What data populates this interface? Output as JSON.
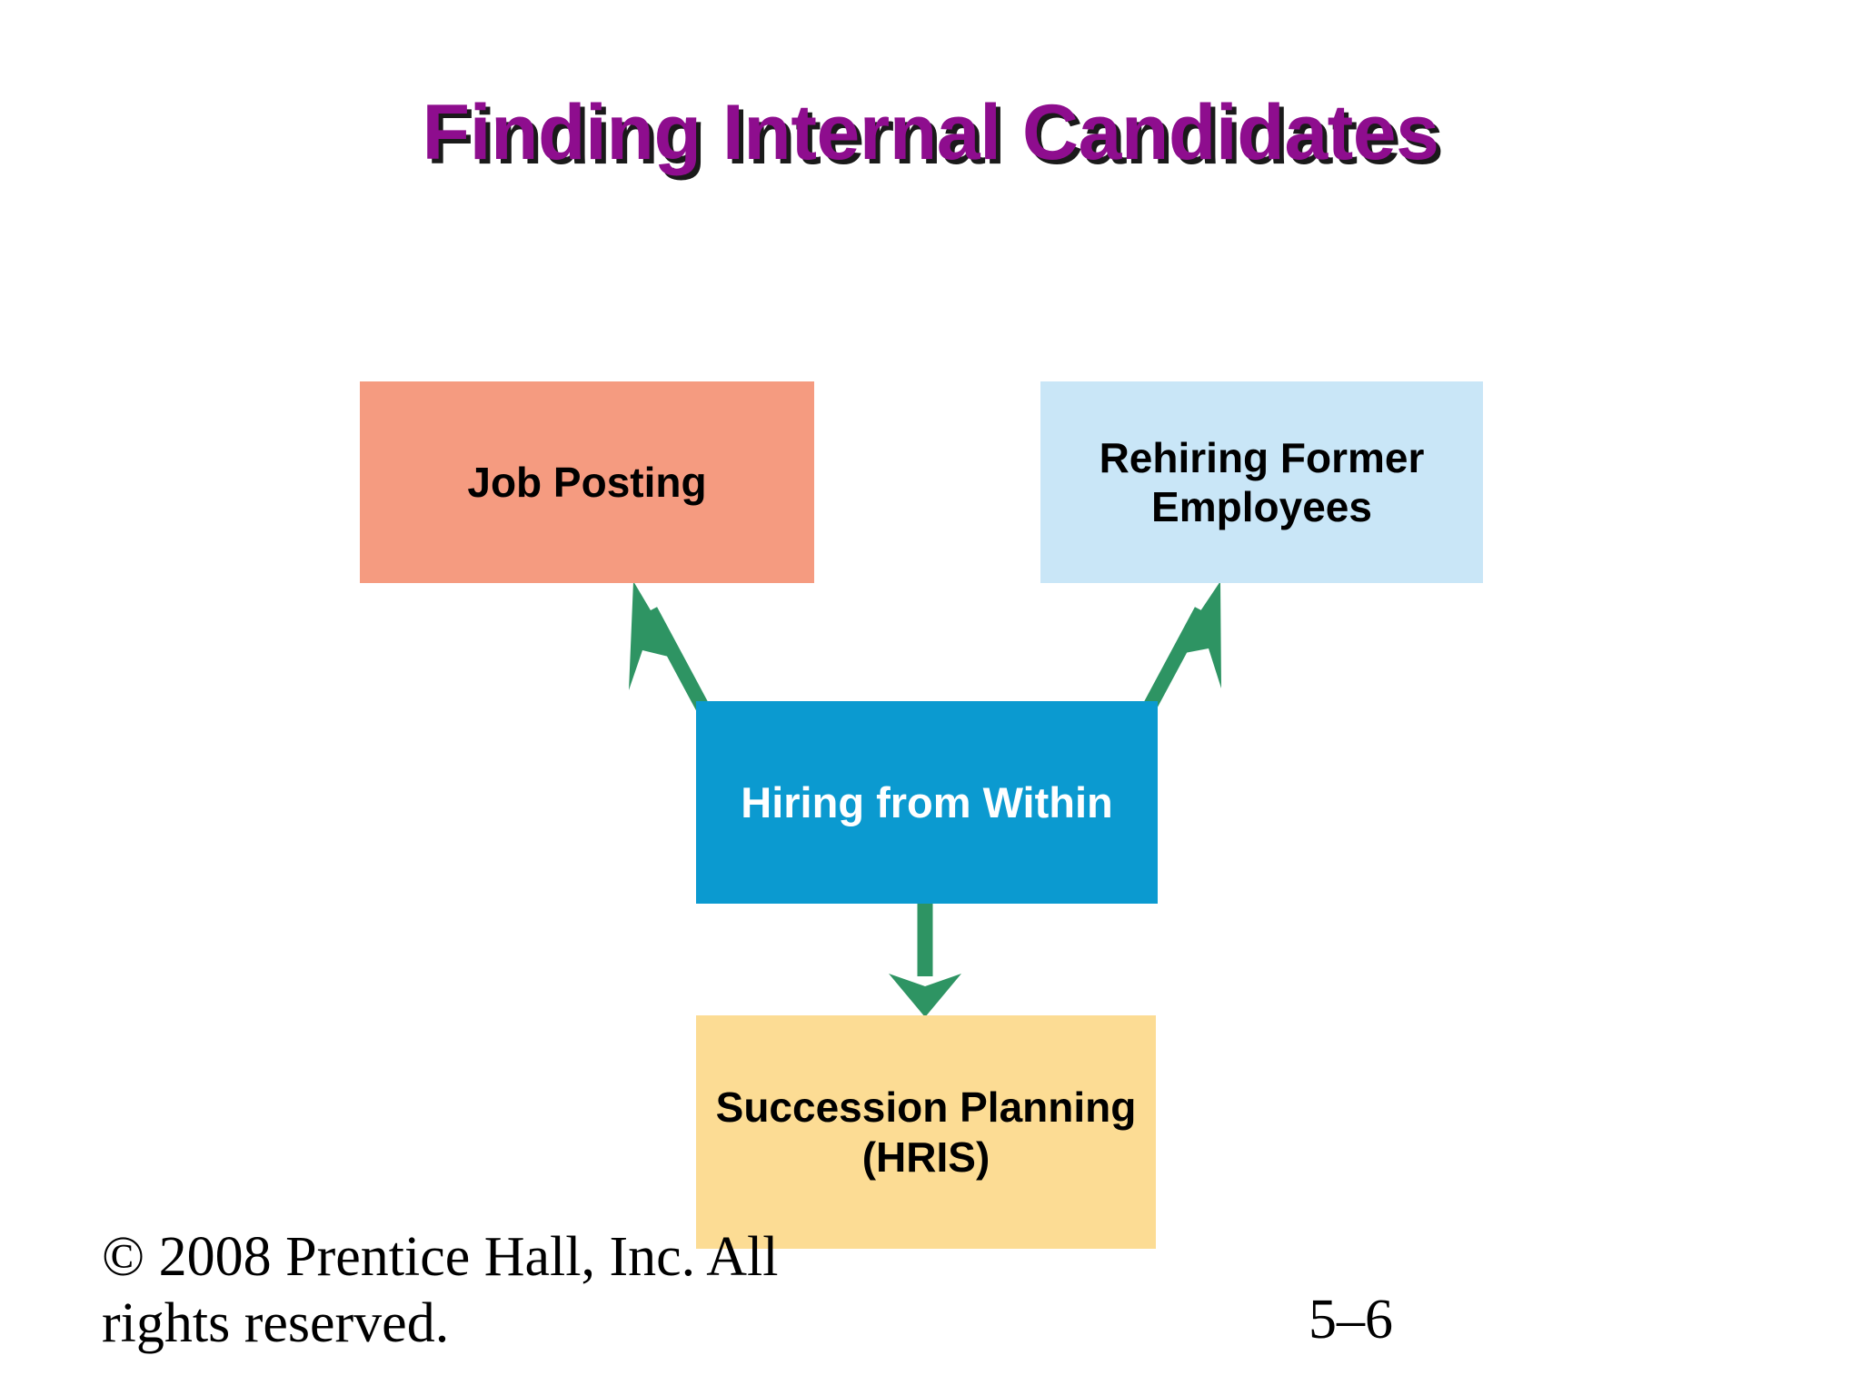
{
  "slide": {
    "title": "Finding Internal Candidates",
    "title_color": "#8E0D8E",
    "title_shadow_color": "#1A1A1A",
    "background_color": "#FFFFFF"
  },
  "diagram": {
    "type": "flow-diagram",
    "arrow_color": "#2E9463",
    "nodes": [
      {
        "id": "hiring-within",
        "label": "Hiring from Within",
        "fill": "#0B9AD0",
        "text_color": "#FFFFFF",
        "role": "center"
      },
      {
        "id": "job-posting",
        "label": "Job Posting",
        "fill": "#F59B80",
        "text_color": "#000000",
        "role": "outcome"
      },
      {
        "id": "rehiring-former-employees",
        "label": "Rehiring Former Employees",
        "fill": "#C9E6F7",
        "text_color": "#000000",
        "role": "outcome"
      },
      {
        "id": "succession-planning",
        "label": "Succession Planning (HRIS)",
        "fill": "#FCDC94",
        "text_color": "#000000",
        "role": "outcome"
      }
    ],
    "edges": [
      {
        "from": "hiring-within",
        "to": "job-posting",
        "direction": "up-left"
      },
      {
        "from": "hiring-within",
        "to": "rehiring-former-employees",
        "direction": "up-right"
      },
      {
        "from": "hiring-within",
        "to": "succession-planning",
        "direction": "down"
      }
    ]
  },
  "footer": {
    "copyright": "© 2008 Prentice Hall, Inc. All rights reserved.",
    "page_number": "5–6"
  }
}
